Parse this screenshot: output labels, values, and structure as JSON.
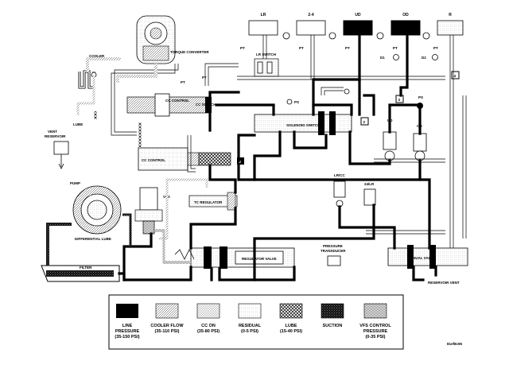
{
  "components": {
    "torque_converter": "TORQUE CONVERTER",
    "cooler": "COOLER",
    "lube": "LUBE",
    "vent_reservoir": "VENT\nRESERVOIR",
    "pump": "PUMP",
    "differential_lube": "DIFFERENTIAL LUBE",
    "filter": "FILTER",
    "vfs": "VFS",
    "tc_regulator": "TC REGULATOR",
    "regulator_valve": "REGULATOR VALVE",
    "cc_switch": "CC SWITCH",
    "cc_control": "CC CONTROL",
    "solenoid_switch": "SOLENOID SWITCH",
    "lr_switch": "LR SWITCH",
    "pressure_transducer": "PRESSURE\nTRANSDUCER",
    "manual_valve": "MANUAL VALVE",
    "reservoir_vent": "RESERVOIR VENT",
    "lr": "LR",
    "two_four": "2-4",
    "ud_top": "UD",
    "od_top": "OD",
    "r": "R",
    "ud_mid": "UD",
    "od_mid": "OD",
    "lrcc": "LR/CC",
    "twofour_lr": "24/LR",
    "pt": "PT",
    "ps": "PS",
    "d1": "D1",
    "d2": "D2",
    "n2": "2",
    "n3": "3",
    "n4": "4"
  },
  "legend": {
    "items": [
      {
        "line1": "LINE",
        "line2": "PRESSURE",
        "line3": "(35-150 PSI)",
        "pattern": "line"
      },
      {
        "line1": "COOLER FLOW",
        "line2": "(35-110 PSI)",
        "line3": "",
        "pattern": "cooler"
      },
      {
        "line1": "CC ON",
        "line2": "(35-80 PSI)",
        "line3": "",
        "pattern": "ccon"
      },
      {
        "line1": "RESIDUAL",
        "line2": "(0-5 PSI)",
        "line3": "",
        "pattern": "residual"
      },
      {
        "line1": "LUBE",
        "line2": "(15-40 PSI)",
        "line3": "",
        "pattern": "lube"
      },
      {
        "line1": "SUCTION",
        "line2": "",
        "line3": "",
        "pattern": "suction"
      },
      {
        "line1": "VFS CONTROL",
        "line2": "PRESSURE",
        "line3": "(0-35 PSI)",
        "pattern": "vfs"
      }
    ]
  },
  "figure_id": "81ef8c96"
}
